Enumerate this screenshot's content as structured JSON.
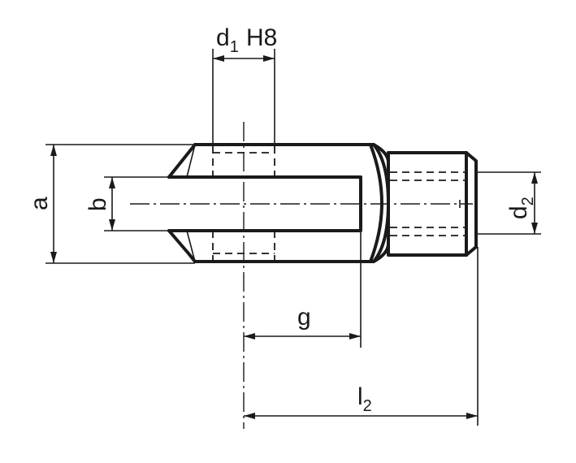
{
  "dimensions": {
    "d1": {
      "symbol": "d",
      "subscript": "1",
      "tolerance": "H8"
    },
    "a": {
      "symbol": "a"
    },
    "b": {
      "symbol": "b"
    },
    "d2": {
      "symbol": "d",
      "subscript": "2"
    },
    "g": {
      "symbol": "g"
    },
    "l2": {
      "symbol": "l",
      "subscript": "2"
    }
  }
}
